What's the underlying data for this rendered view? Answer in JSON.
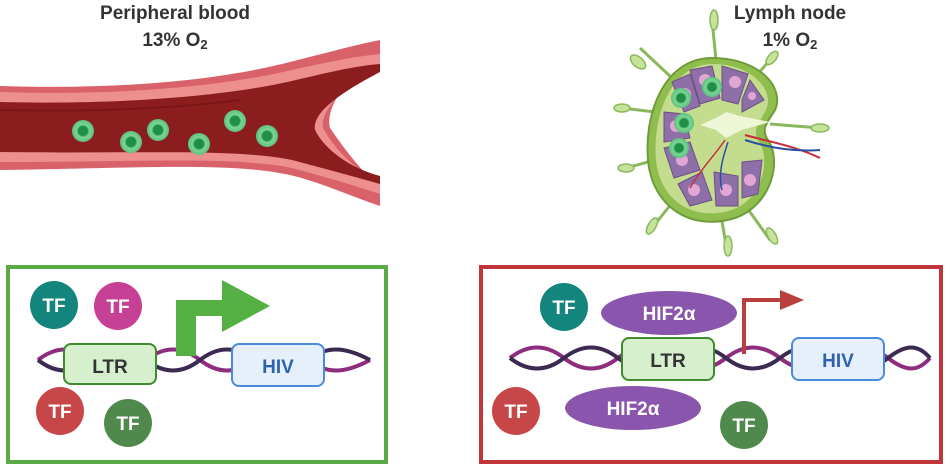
{
  "left_panel": {
    "title_line1": "Peripheral blood",
    "oxygen_value": "13% O",
    "oxygen_sub": "2",
    "tf_labels": [
      "TF",
      "TF",
      "TF",
      "TF"
    ],
    "ltr_label": "LTR",
    "hiv_label": "HIV",
    "frame_color": "#5aab46",
    "arrow_color": "#55b043"
  },
  "right_panel": {
    "title_line1": "Lymph node",
    "oxygen_value": "1% O",
    "oxygen_sub": "2",
    "tf_labels": [
      "TF",
      "TF",
      "TF"
    ],
    "hif_labels": [
      "HIF2α",
      "HIF2α"
    ],
    "ltr_label": "LTR",
    "hiv_label": "HIV",
    "frame_color": "#c1363b",
    "arrow_color": "#b9403f"
  },
  "colors": {
    "tf_teal": "#13857c",
    "tf_magenta": "#c64195",
    "tf_red": "#c74748",
    "tf_green": "#4f8a4c",
    "hif_purple": "#8a56ad",
    "dna_dark": "#3d2a52",
    "dna_purple": "#8e2c7d"
  }
}
